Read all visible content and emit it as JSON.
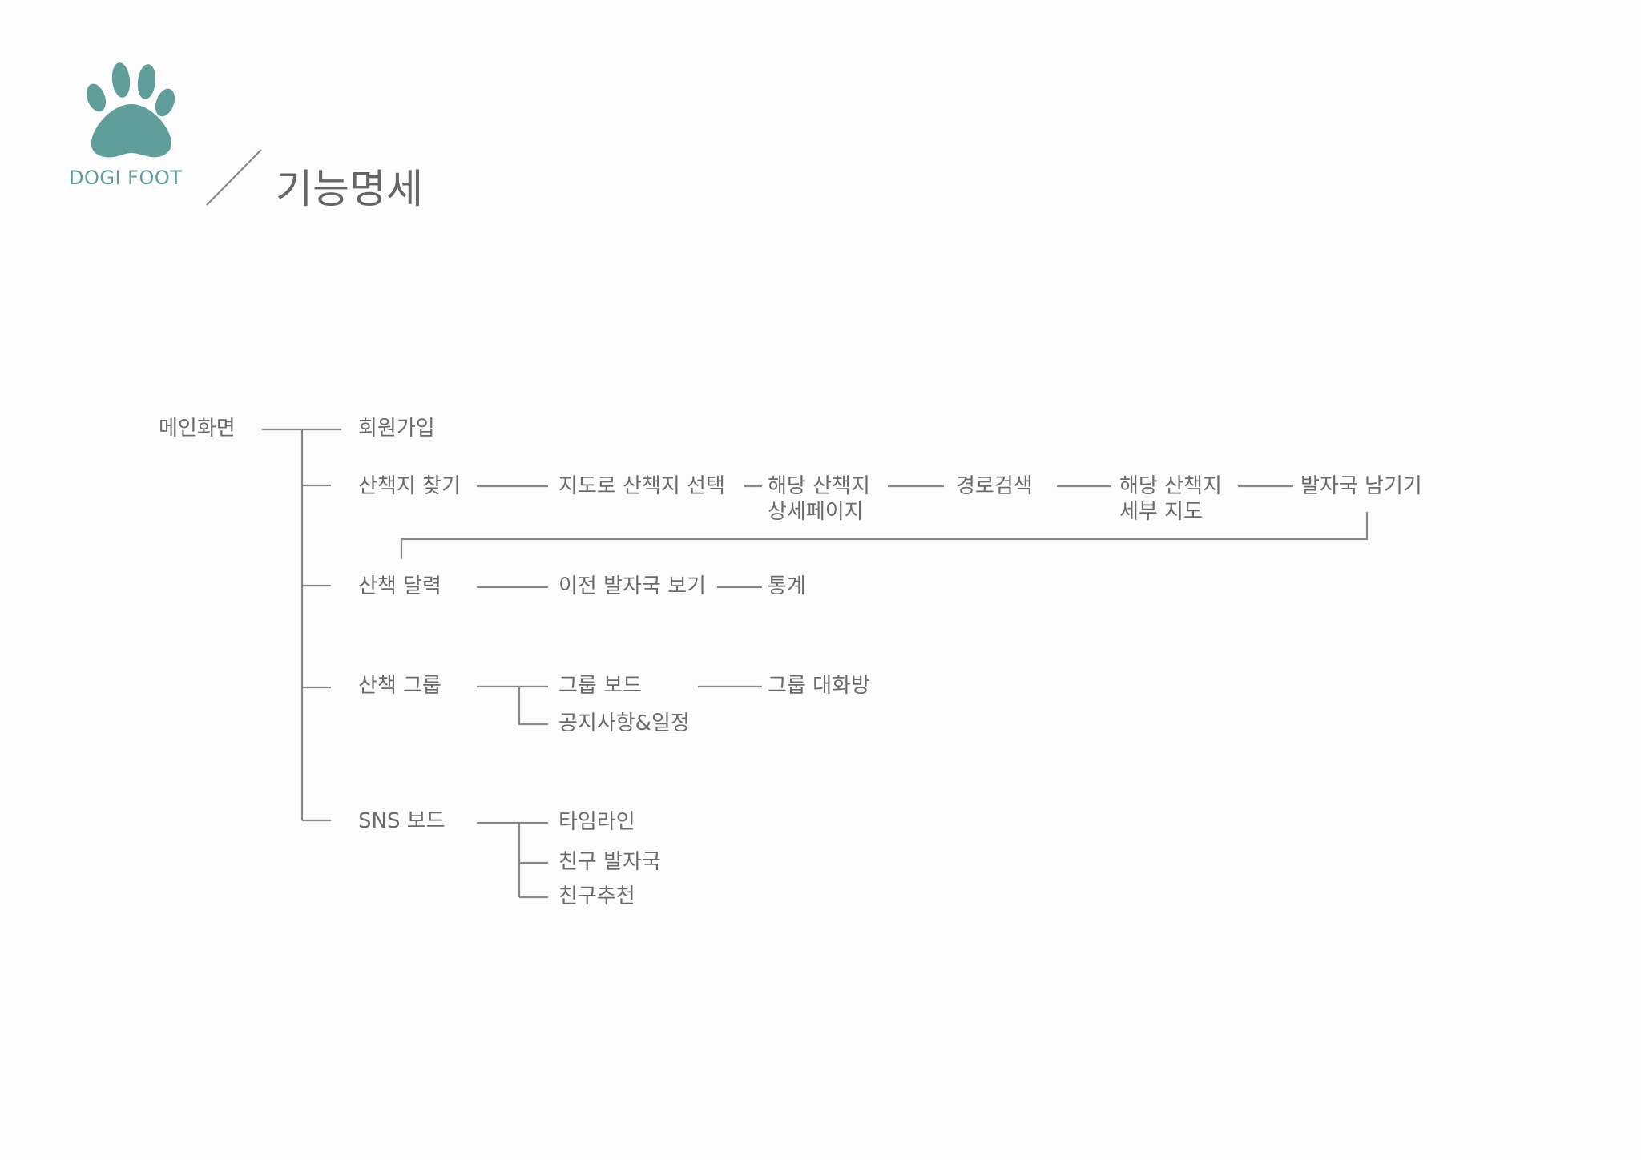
{
  "header": {
    "logo_text": "DOGI FOOT",
    "title": "기능명세"
  },
  "colors": {
    "logo": "#5f9e9b",
    "line": "#888888",
    "text": "#6b6b6b"
  },
  "nodes": {
    "main": "메인화면",
    "signup": "회원가입",
    "find_trail": "산책지 찾기",
    "select_on_map": "지도로 산책지 선택",
    "trail_detail": [
      "해당 산책지",
      "상세페이지"
    ],
    "route_search": "경로검색",
    "trail_map": [
      "해당 산책지",
      "세부 지도"
    ],
    "leave_footprint": "발자국 남기기",
    "walk_calendar": "산책 달력",
    "prev_footprints": "이전 발자국 보기",
    "stats": "통계",
    "walk_group": "산책 그룹",
    "group_board": "그룹 보드",
    "group_chat": "그룹 대화방",
    "notice_schedule": "공지사항&일정",
    "sns_board": "SNS 보드",
    "timeline": "타임라인",
    "friend_footprint": "친구 발자국",
    "friend_recommend": "친구추천"
  }
}
